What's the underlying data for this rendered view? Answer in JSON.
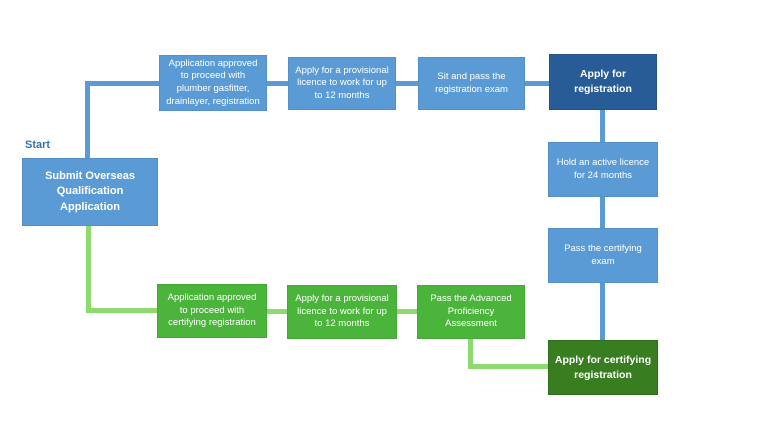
{
  "flowchart": {
    "start_label": "Start",
    "colors": {
      "background": "#FFFFFF",
      "light_blue": "#5B9BD5",
      "dark_blue": "#275C96",
      "light_green": "#4BB43B",
      "dark_green": "#397D21",
      "connector_blue": "#5B9BD5",
      "connector_green": "#8FD971",
      "start_text": "#2E74B5"
    },
    "nodes": [
      {
        "id": "submit",
        "label": "Submit Overseas Qualification Application",
        "style": "light-blue",
        "emphasis": "bold"
      },
      {
        "id": "approved-plumber",
        "label": "Application approved to proceed with plumber gasfitter, drainlayer, registration",
        "style": "light-blue",
        "emphasis": "regular"
      },
      {
        "id": "provisional-licence-blue",
        "label": "Apply for a provisional licence to work for up to 12 months",
        "style": "light-blue",
        "emphasis": "regular"
      },
      {
        "id": "registration-exam",
        "label": "Sit and pass the registration exam",
        "style": "light-blue",
        "emphasis": "regular"
      },
      {
        "id": "apply-registration",
        "label": "Apply for registration",
        "style": "dark-blue",
        "emphasis": "bold"
      },
      {
        "id": "hold-licence",
        "label": "Hold an active licence for 24 months",
        "style": "light-blue",
        "emphasis": "regular"
      },
      {
        "id": "certifying-exam",
        "label": "Pass the certifying exam",
        "style": "light-blue",
        "emphasis": "regular"
      },
      {
        "id": "approved-certifying",
        "label": "Application approved to proceed with certifying registration",
        "style": "light-green",
        "emphasis": "regular"
      },
      {
        "id": "provisional-licence-green",
        "label": "Apply for a provisional licence to work for up to 12 months",
        "style": "light-green",
        "emphasis": "regular"
      },
      {
        "id": "advanced-assessment",
        "label": "Pass the Advanced Proficiency Assessment",
        "style": "light-green",
        "emphasis": "regular"
      },
      {
        "id": "apply-certifying-registration",
        "label": "Apply for certifying registration",
        "style": "dark-green",
        "emphasis": "bold"
      }
    ],
    "edges": [
      {
        "from": "submit",
        "to": "approved-plumber",
        "color": "blue"
      },
      {
        "from": "approved-plumber",
        "to": "provisional-licence-blue",
        "color": "blue"
      },
      {
        "from": "provisional-licence-blue",
        "to": "registration-exam",
        "color": "blue"
      },
      {
        "from": "registration-exam",
        "to": "apply-registration",
        "color": "blue"
      },
      {
        "from": "apply-registration",
        "to": "hold-licence",
        "color": "blue"
      },
      {
        "from": "hold-licence",
        "to": "certifying-exam",
        "color": "blue"
      },
      {
        "from": "certifying-exam",
        "to": "apply-certifying-registration",
        "color": "blue"
      },
      {
        "from": "submit",
        "to": "approved-certifying",
        "color": "green"
      },
      {
        "from": "approved-certifying",
        "to": "provisional-licence-green",
        "color": "green"
      },
      {
        "from": "provisional-licence-green",
        "to": "advanced-assessment",
        "color": "green"
      },
      {
        "from": "advanced-assessment",
        "to": "apply-certifying-registration",
        "color": "green"
      }
    ]
  }
}
